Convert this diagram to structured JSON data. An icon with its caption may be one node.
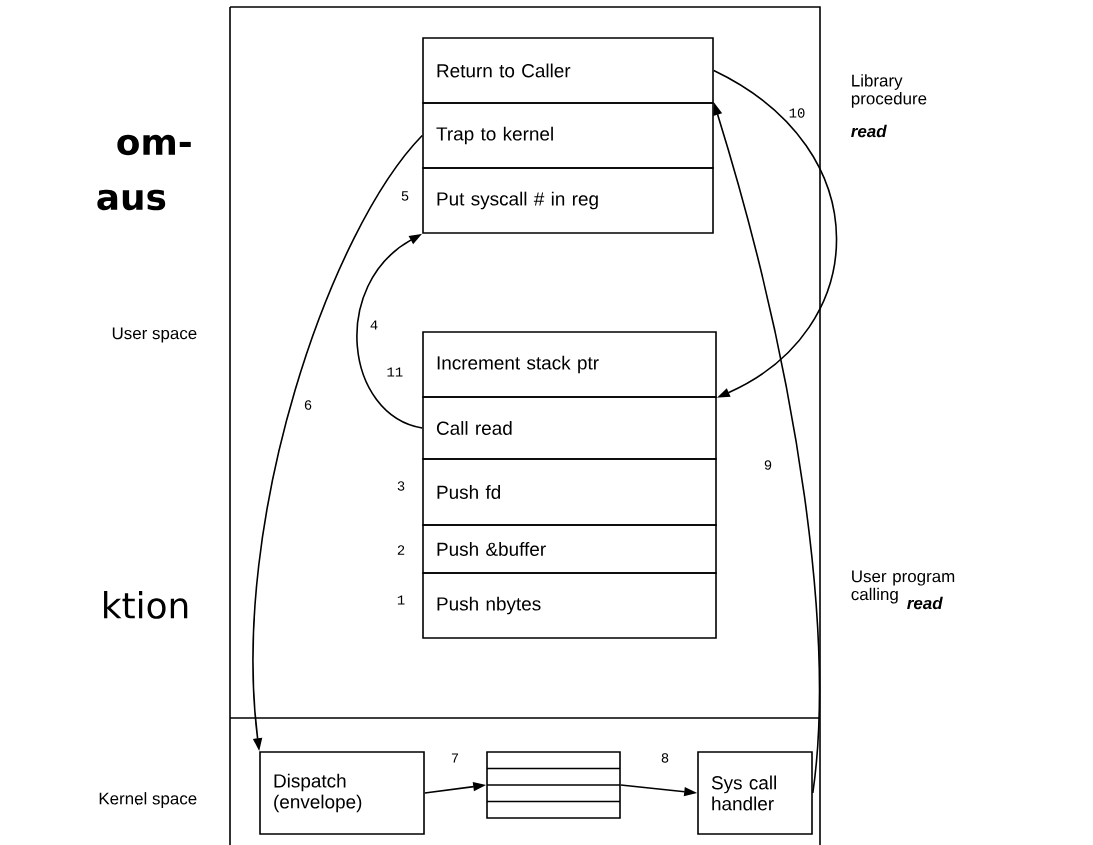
{
  "diagram": {
    "nodes": [
      {
        "text": [
          "Return to Caller"
        ]
      },
      {
        "text": [
          "Trap to kernel"
        ]
      },
      {
        "text": [
          "Put syscall # in reg"
        ],
        "beside": [
          "5"
        ]
      },
      {
        "text": [
          "Increment stack ptr"
        ],
        "beside": [
          "11"
        ]
      },
      {
        "text": [
          "Call read"
        ]
      },
      {
        "text": [
          "Push fd"
        ],
        "beside": [
          "3"
        ]
      },
      {
        "text": [
          "Push &buffer"
        ],
        "beside": [
          "2"
        ]
      },
      {
        "text": [
          "Push nbytes"
        ],
        "beside": [
          "1"
        ]
      },
      {
        "text": [
          "Dispatch (envelope)"
        ]
      },
      {
        "text": [],
        "shape": "box"
      },
      {
        "text": [
          "Sys call handler"
        ]
      }
    ],
    "edges": [
      {
        "from": 4,
        "to": 2,
        "arrow": "to",
        "label": "4"
      },
      {
        "from": 1,
        "to": 8,
        "arrow": "to",
        "label": "6"
      },
      {
        "from": 8,
        "to": 9,
        "arrow": "to",
        "label": "7"
      },
      {
        "from": 9,
        "to": 10,
        "arrow": "to",
        "label": "8"
      },
      {
        "from": 10,
        "to": 1,
        "arrow": "to",
        "label": "9"
      },
      {
        "from": 0,
        "to": 3,
        "arrow": "to",
        "label": "10"
      }
    ],
    "labels": [
      "om-",
      "aus",
      "Library procedure",
      "read",
      "User space",
      "User program calling",
      "read",
      "ktion",
      "Kernel space"
    ]
  }
}
